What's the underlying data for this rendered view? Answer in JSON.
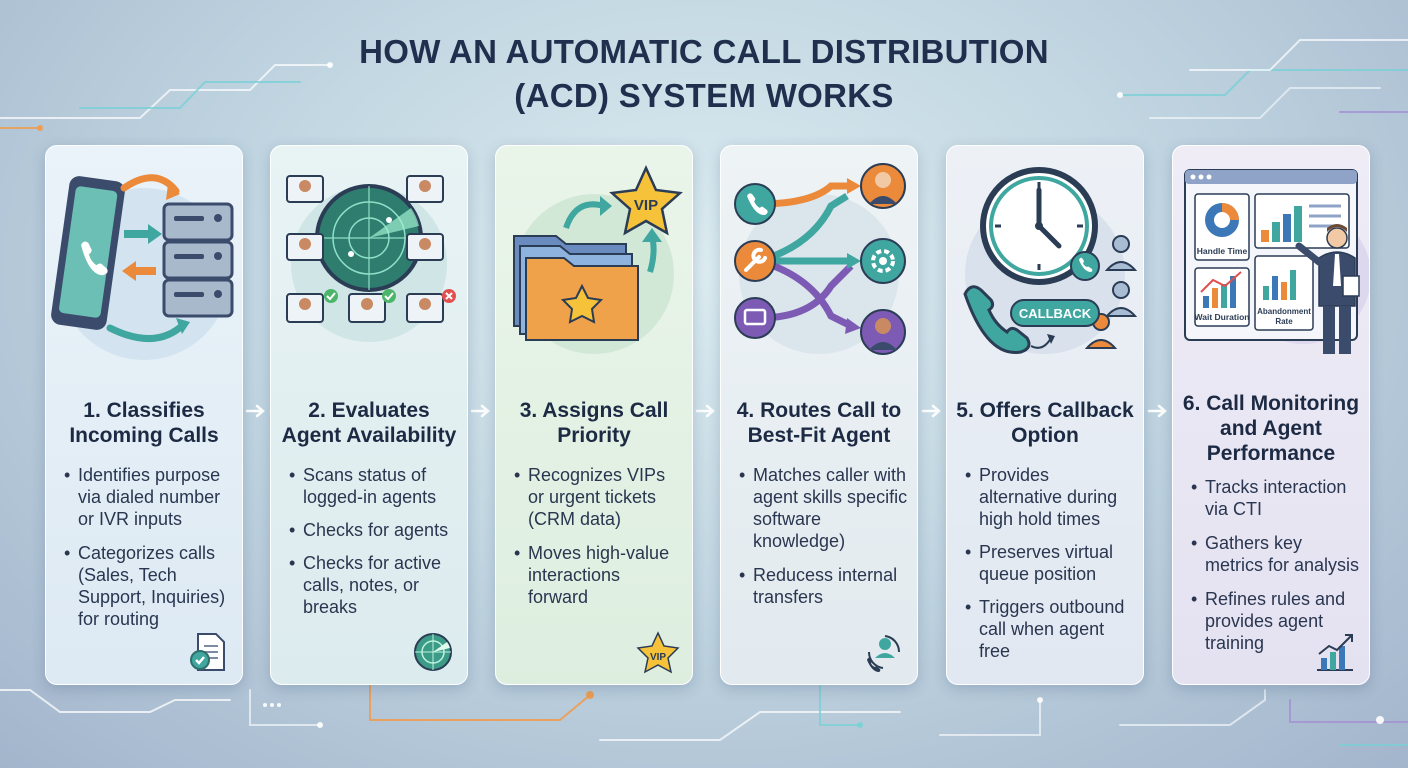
{
  "title_lines": [
    "HOW AN AUTOMATIC CALL DISTRIBUTION",
    "(ACD) SYSTEM WORKS"
  ],
  "steps": [
    {
      "title": "1. Classifies Incoming Calls",
      "bullets": [
        "Identifies purpose via dialed number or IVR inputs",
        "Categorizes calls (Sales, Tech Support, Inquiries) for routing"
      ]
    },
    {
      "title": "2. Evaluates Agent Availability",
      "bullets": [
        "Scans status of logged-in agents",
        "Checks for agents",
        "Checks for active calls, notes, or breaks"
      ]
    },
    {
      "title": "3. Assigns Call Priority",
      "bullets": [
        "Recognizes VIPs or urgent tickets (CRM data)",
        "Moves high-value interactions forward"
      ],
      "badge_label": "VIP",
      "corner_badge_label": "VIP"
    },
    {
      "title": "4. Routes Call to Best-Fit Agent",
      "bullets": [
        "Matches caller with agent skills specific software knowledge)",
        "Reducess internal transfers"
      ]
    },
    {
      "title": "5. Offers Callback Option",
      "bullets": [
        "Provides alternative during high hold times",
        "Preserves virtual queue position",
        "Triggers outbound call when agent free"
      ],
      "callback_label": "CALLBACK"
    },
    {
      "title": "6. Call Monitoring and Agent Performance",
      "bullets": [
        "Tracks interaction via CTI",
        "Gathers key metrics for analysis",
        "Refines rules and provides agent training"
      ],
      "dashboard_labels": {
        "handle_time": "Handle Time",
        "wait_duration": "Wait Duration",
        "abandonment_line1": "Abandonment",
        "abandonment_line2": "Rate"
      }
    }
  ],
  "colors": {
    "title": "#1f2f4d",
    "text": "#2a3650",
    "teal": "#3fa6a0",
    "orange": "#ec8a3b",
    "purple": "#7d5bb5",
    "blue": "#3c78b8",
    "star": "#f5c23a"
  }
}
